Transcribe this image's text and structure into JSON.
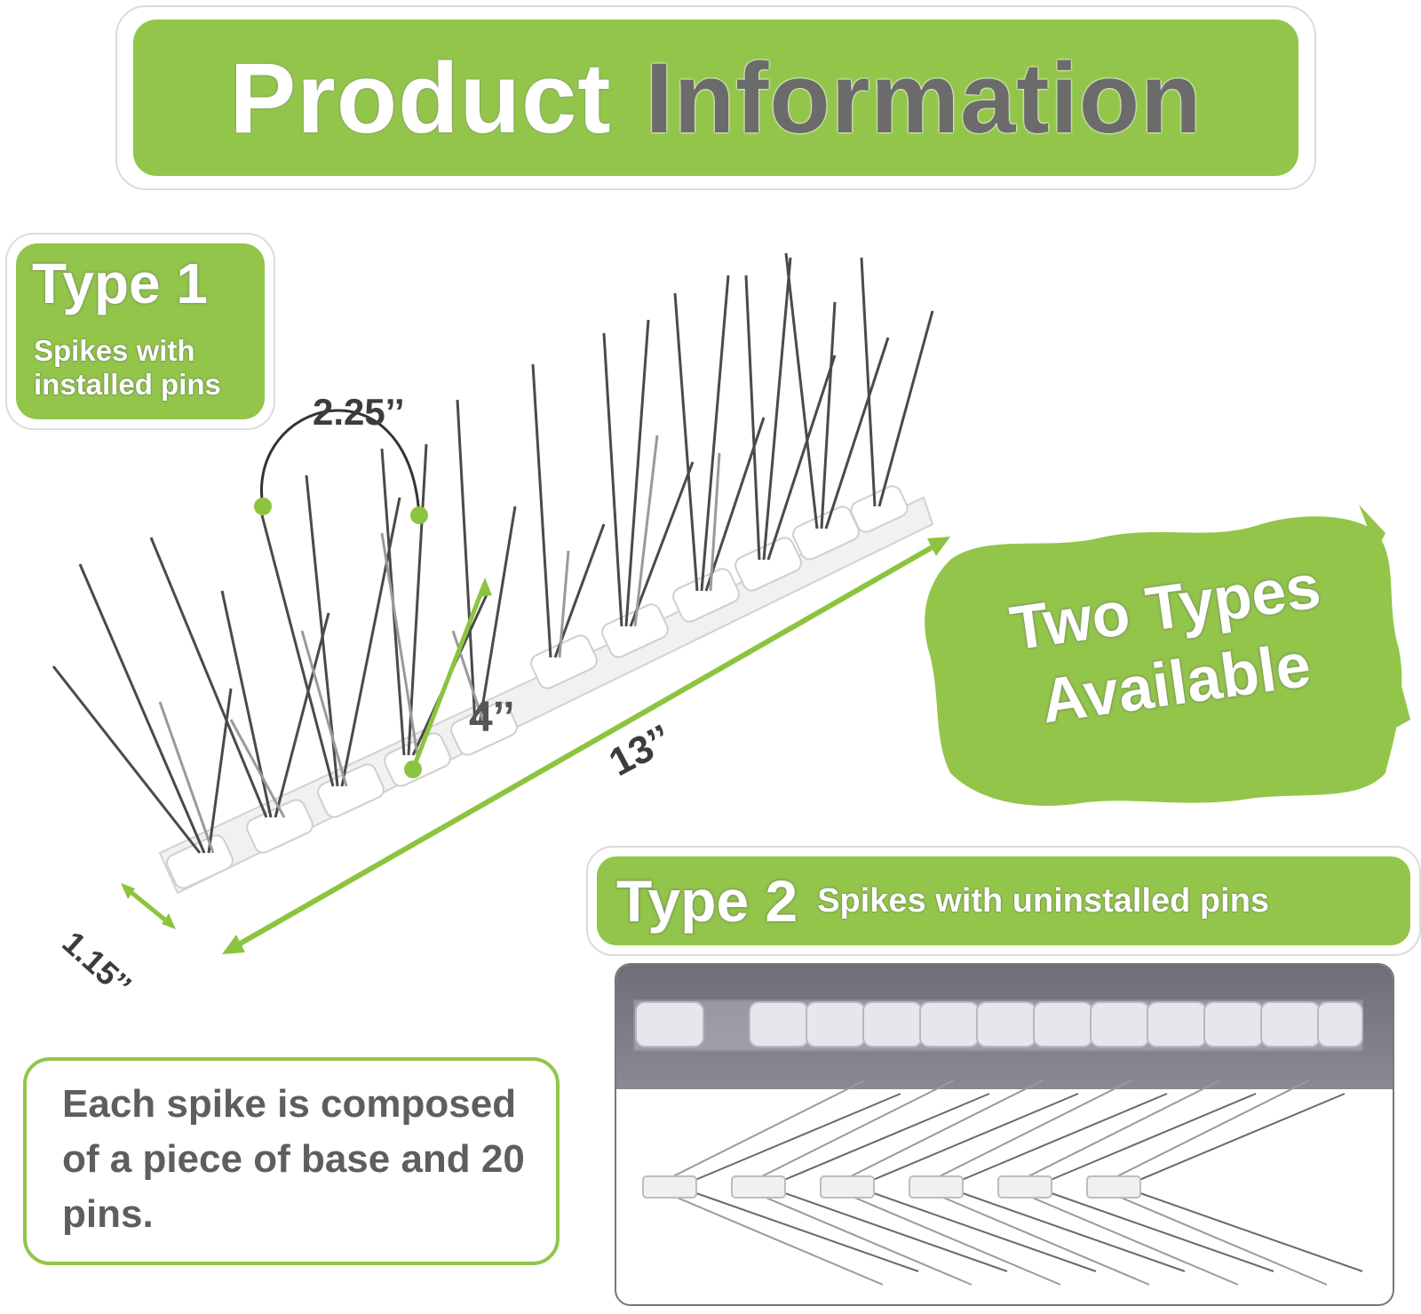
{
  "title": {
    "word1": "Product",
    "word2": "Information"
  },
  "type1": {
    "title": "Type 1",
    "subtitle": "Spikes with installed pins"
  },
  "dimensions": {
    "pin_spacing": "2.25’’",
    "height": "4’’",
    "length": "13’’",
    "width": "1.15’’"
  },
  "badge": {
    "line1": "Two Types",
    "line2": "Available"
  },
  "type2": {
    "title": "Type 2",
    "subtitle": "Spikes with uninstalled pins"
  },
  "info": {
    "text": "Each spike is composed of a piece of base and 20 pins."
  },
  "colors": {
    "accent_green": "#92c54a",
    "title_gray": "#6b6b6b",
    "text_gray": "#5e5e5e"
  }
}
